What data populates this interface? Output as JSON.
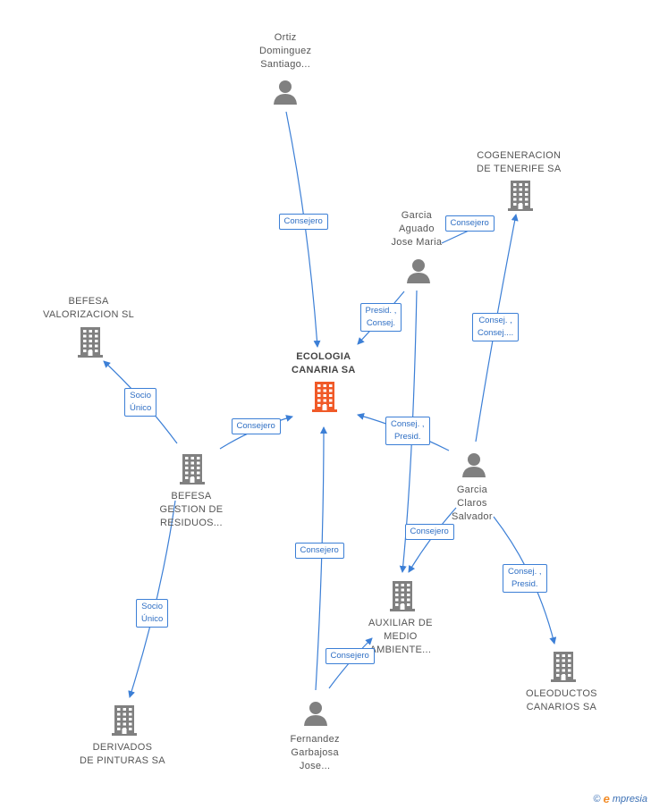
{
  "nodes": {
    "ecologia": [
      "ECOLOGIA",
      "CANARIA SA"
    ],
    "ortiz": [
      "Ortiz",
      "Dominguez",
      "Santiago..."
    ],
    "cogeneracion": [
      "COGENERACION",
      "DE TENERIFE SA"
    ],
    "garcia_aguado": [
      "Garcia",
      "Aguado",
      "Jose Maria"
    ],
    "befesa_val": [
      "BEFESA",
      "VALORIZACION SL"
    ],
    "befesa_gest": [
      "BEFESA",
      "GESTION DE",
      "RESIDUOS..."
    ],
    "garcia_claros": [
      "Garcia",
      "Claros",
      "Salvador"
    ],
    "auxiliar": [
      "AUXILIAR DE",
      "MEDIO",
      "AMBIENTE..."
    ],
    "oleoductos": [
      "OLEODUCTOS",
      "CANARIOS SA"
    ],
    "derivados": [
      "DERIVADOS",
      "DE PINTURAS SA"
    ],
    "fernandez": [
      "Fernandez",
      "Garbajosa",
      "Jose..."
    ]
  },
  "edges": {
    "ortiz_ecologia": [
      "Consejero"
    ],
    "garcia_aguado_cogeneracion": [
      "Consejero"
    ],
    "garcia_aguado_ecologia": [
      "Presid. ,",
      "Consej."
    ],
    "garcia_claros_cogeneracion": [
      "Consej. ,",
      "Consej...."
    ],
    "befesa_gest_befesa_val": [
      "Socio",
      "Único"
    ],
    "befesa_gest_ecologia": [
      "Consejero"
    ],
    "garcia_claros_ecologia": [
      "Consej. ,",
      "Presid."
    ],
    "garcia_aguado_auxiliar": [
      "Consejero"
    ],
    "fernandez_ecologia": [
      "Consejero"
    ],
    "garcia_claros_oleoductos": [
      "Consej. ,",
      "Presid."
    ],
    "befesa_gest_derivados": [
      "Socio",
      "Único"
    ],
    "fernandez_auxiliar": [
      "Consejero"
    ]
  },
  "colors": {
    "edge": "#3c7fd6",
    "main_company": "#f05a28",
    "company": "#808080",
    "person": "#808080"
  },
  "footer": {
    "copyright": "©",
    "brand_initial": "e",
    "brand_rest": "mpresia"
  }
}
